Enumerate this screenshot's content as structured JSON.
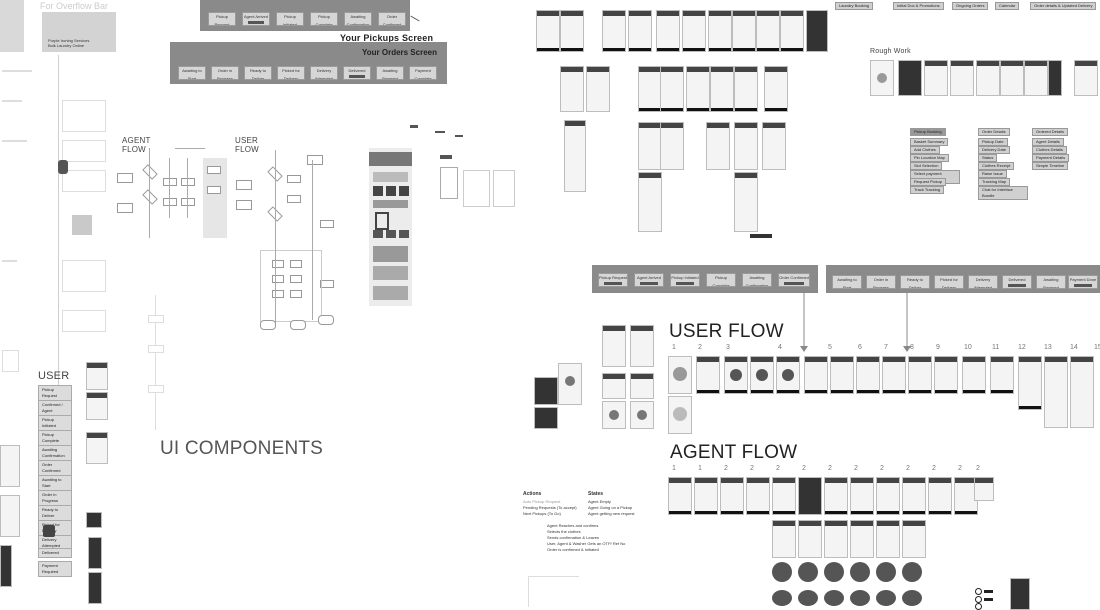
{
  "labels": {
    "agent_flow_left": "AGENT\nFLOW",
    "user_flow_left": "USER\nFLOW",
    "ui_components": "UI COMPONENTS",
    "user_side": "USER",
    "user_flow_right": "USER FLOW",
    "agent_flow_right": "AGENT FLOW",
    "rough_work": "Rough Work",
    "pickups_screen": "Your Pickups Screen",
    "orders_screen": "Your Orders Screen",
    "top_left_faint": "For Overflow Bar",
    "product_text": "Purple Ironing Services\nBulk Laundry Online"
  },
  "pickups_chips": [
    "Pickup Request",
    "Agent Arrived",
    "Pickup Initiated",
    "Pickup Complete",
    "Awaiting Confirmation",
    "Order Confirmed"
  ],
  "orders_chips": [
    "Awaiting to Start",
    "Order in Progress",
    "Ready to Deliver",
    "Picked for Delivery",
    "Delivery Attempted",
    "Delivered",
    "Awaiting Payment",
    "Payment Complete"
  ],
  "right_top_chips": [
    "Pickup Request",
    "Agent Arrived",
    "Pickup Initiated",
    "Pickup Complete",
    "Awaiting Confirmation",
    "Order Confirmed"
  ],
  "right_orders_chips": [
    "Awaiting to Start",
    "Order in Progress",
    "Ready to Deliver",
    "Picked for Delivery",
    "Delivery Attempted",
    "Delivered",
    "Awaiting Payment",
    "Payment Done"
  ],
  "user_list": [
    "Pickup Request",
    "Confirmed / Agent",
    "Pickup Initiated",
    "Pickup Complete",
    "Awaiting Confirmation",
    "Order Confirmed",
    "Awaiting to Start",
    "Order in Progress",
    "Ready to Deliver",
    "Picked for Delivery",
    "Delivery Attempted",
    "Delivered",
    "Payment Required"
  ],
  "feature_col1": [
    "Pickup Booking",
    "Basket Summary",
    "Add Clothes",
    "Pin Location Map",
    "Slot Selection",
    "Select payment Method",
    "Request Pickup",
    "Track Tracking"
  ],
  "feature_col2": [
    "Order Details",
    "Pickup Date",
    "Delivery Date",
    "Status",
    "Clothes Receipt",
    "Raise Issue",
    "Tracking Map",
    "Chat for Interface Bundle"
  ],
  "feature_col3": [
    "Ordered Details",
    "Agent Details",
    "Clothes Details",
    "Payment Details",
    "Simple Timeline"
  ],
  "top_tags": [
    "Laundry Booking",
    "Initial Doc & Promotions",
    "Ongoing Orders",
    "Calendar",
    "Order details & Updated Delivery"
  ],
  "actions": {
    "heading": "Actions",
    "items": [
      "Auto Pickup Request",
      "Pending Requests (To accept)",
      "Next Pickups (To Go)"
    ]
  },
  "states": {
    "heading": "States",
    "items": [
      "Agent Empty",
      "Agent Going on a Pickup",
      "Agent getting new request"
    ]
  },
  "steps_text": [
    "Agent Reaches and confirms",
    "Selects the clothes",
    "Sends confirmation & Leaves",
    "User, Agent & Washer Gets an OTP/ Ref No",
    "Order is confirmed & Initiated"
  ],
  "user_flow_nums": [
    "1",
    "2",
    "3",
    "4",
    "5",
    "6",
    "7",
    "8",
    "9",
    "10",
    "11",
    "12",
    "13",
    "14",
    "15"
  ],
  "agent_flow_nums": [
    "1",
    "1",
    "2",
    "2",
    "2",
    "2",
    "2",
    "2",
    "2",
    "2",
    "2",
    "2",
    "2"
  ],
  "colors": {
    "bar": "#8a8a8a",
    "chip": "#d6d6d6",
    "text": "#444444",
    "phone_dark": "#333333"
  }
}
